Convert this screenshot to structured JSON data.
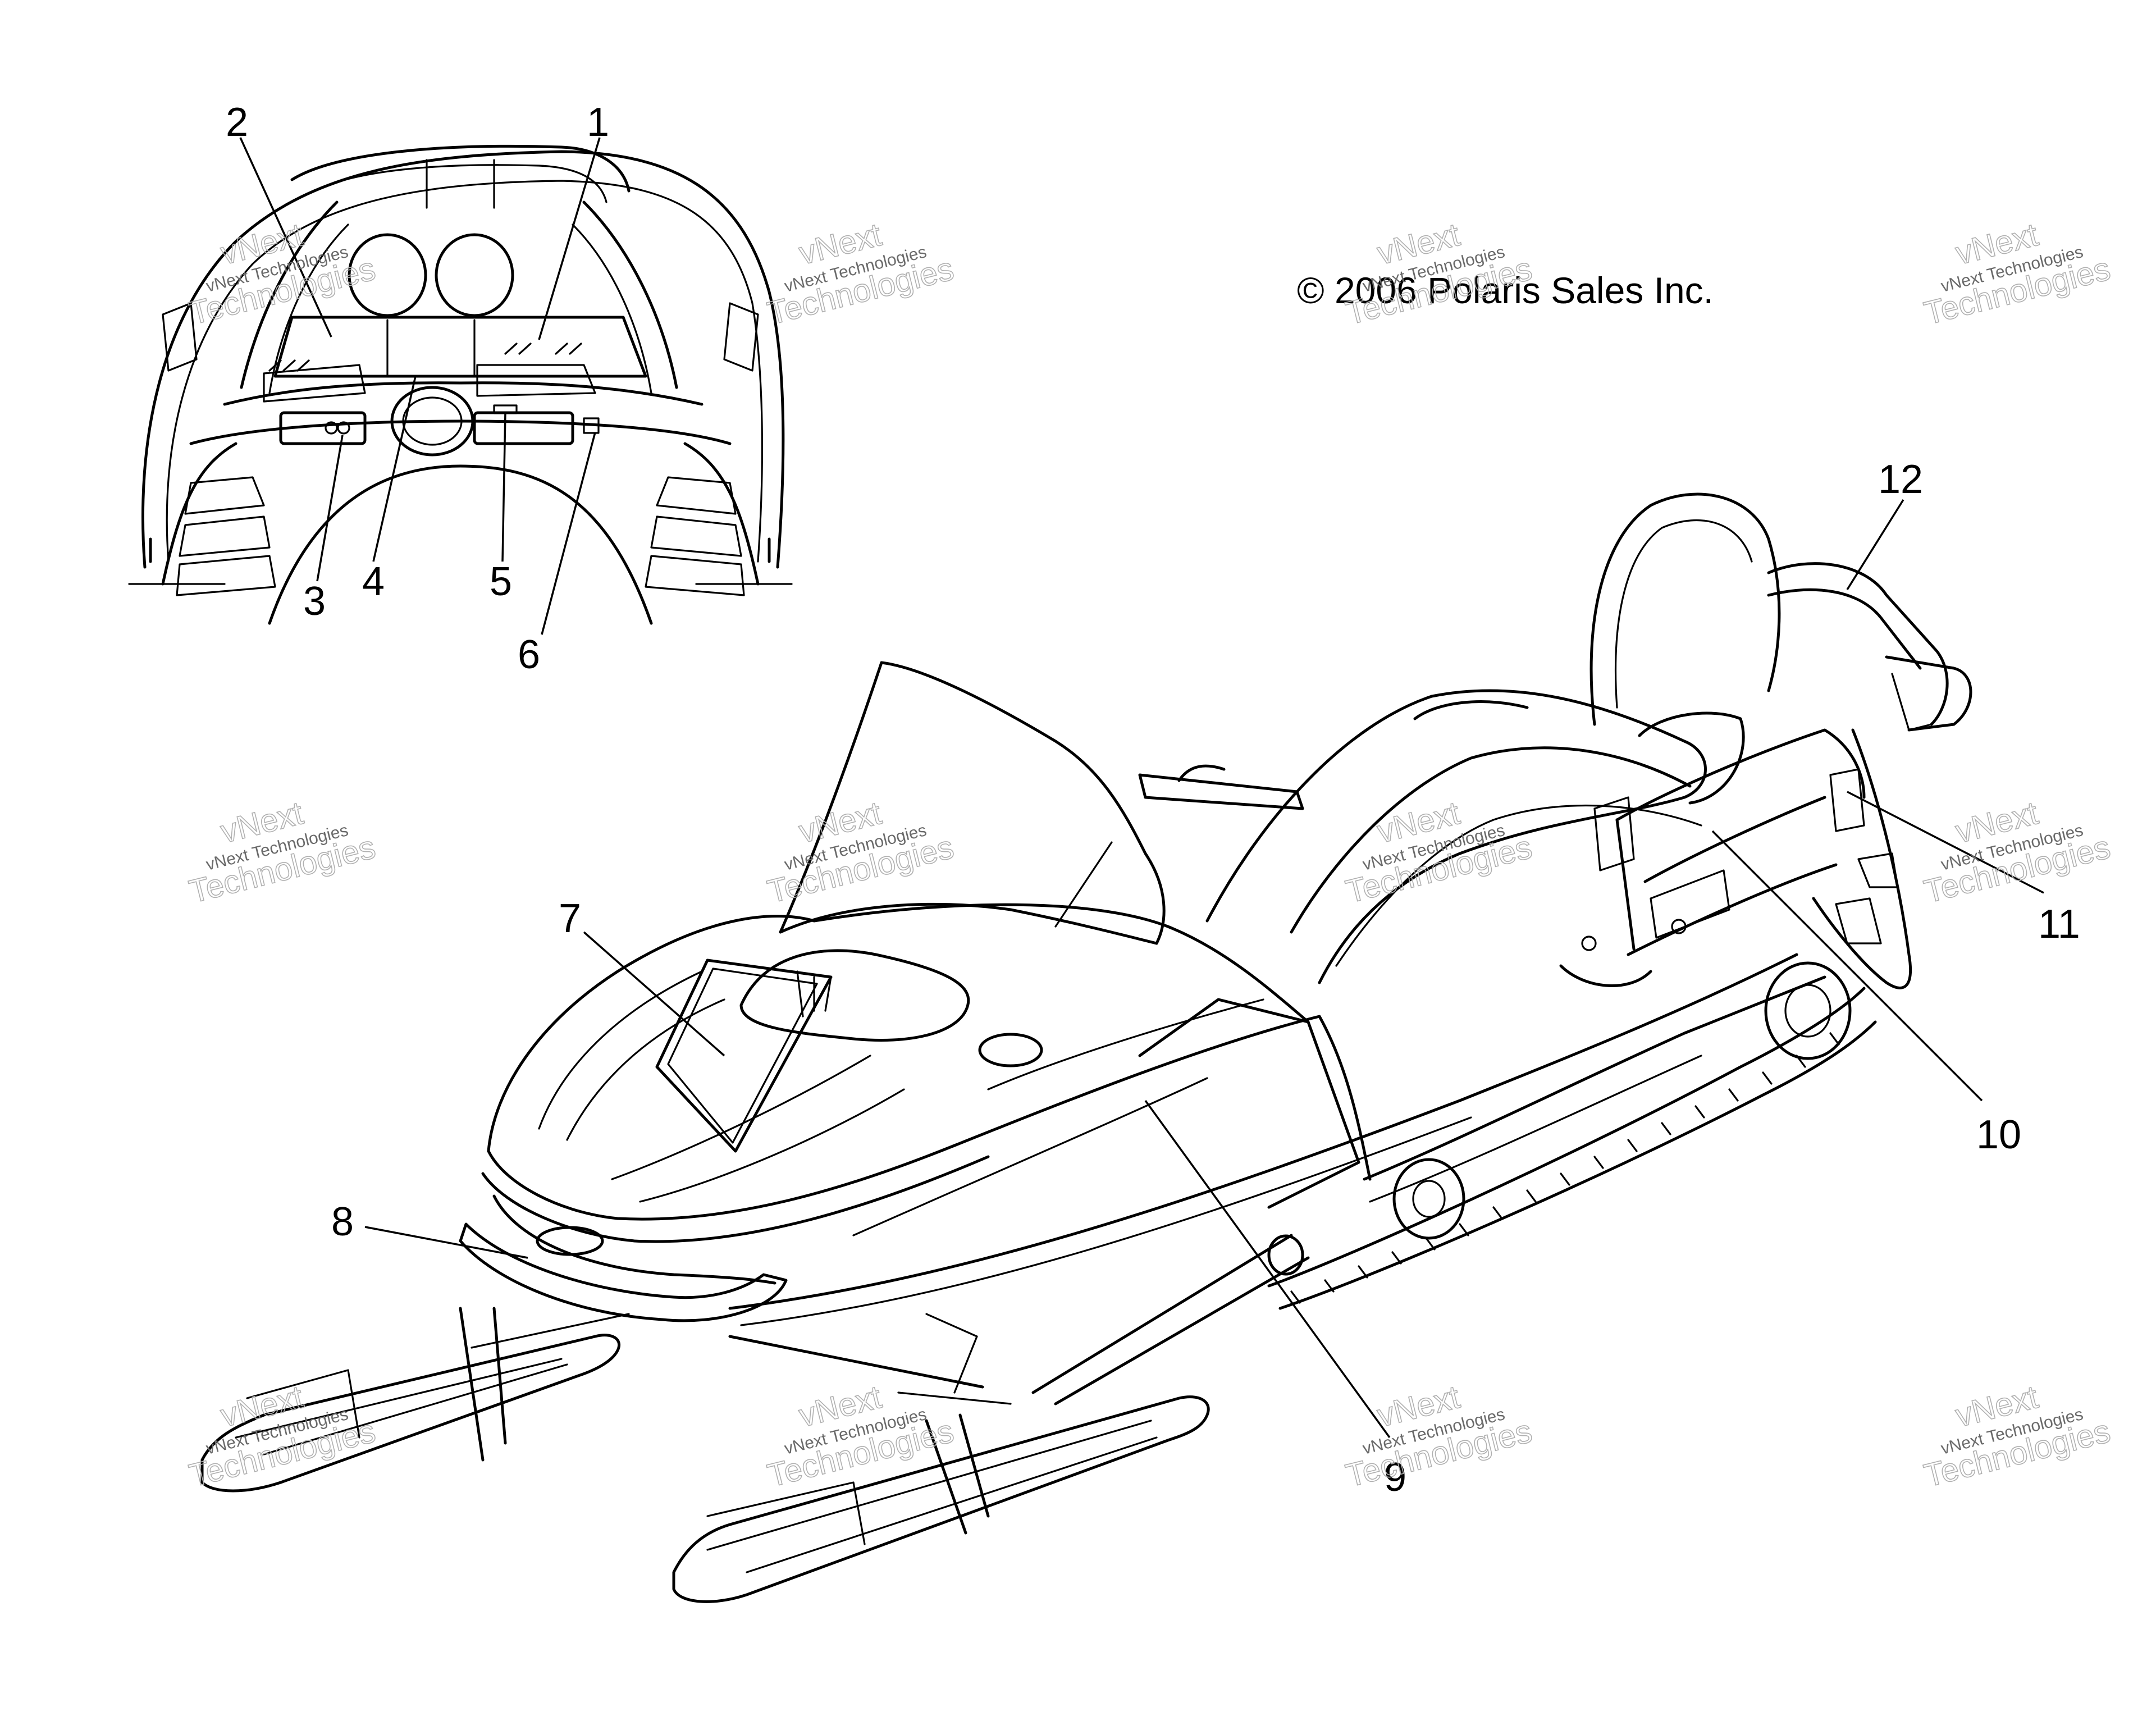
{
  "copyright": "© 2006 Polaris Sales Inc.",
  "watermark": {
    "line1": "vNext",
    "line2": "vNext Technologies",
    "line3": "Technologies"
  },
  "callouts": [
    {
      "id": "1",
      "label": "1"
    },
    {
      "id": "2",
      "label": "2"
    },
    {
      "id": "3",
      "label": "3"
    },
    {
      "id": "4",
      "label": "4"
    },
    {
      "id": "5",
      "label": "5"
    },
    {
      "id": "6",
      "label": "6"
    },
    {
      "id": "7",
      "label": "7"
    },
    {
      "id": "8",
      "label": "8"
    },
    {
      "id": "9",
      "label": "9"
    },
    {
      "id": "10",
      "label": "10"
    },
    {
      "id": "11",
      "label": "11"
    },
    {
      "id": "12",
      "label": "12"
    }
  ]
}
